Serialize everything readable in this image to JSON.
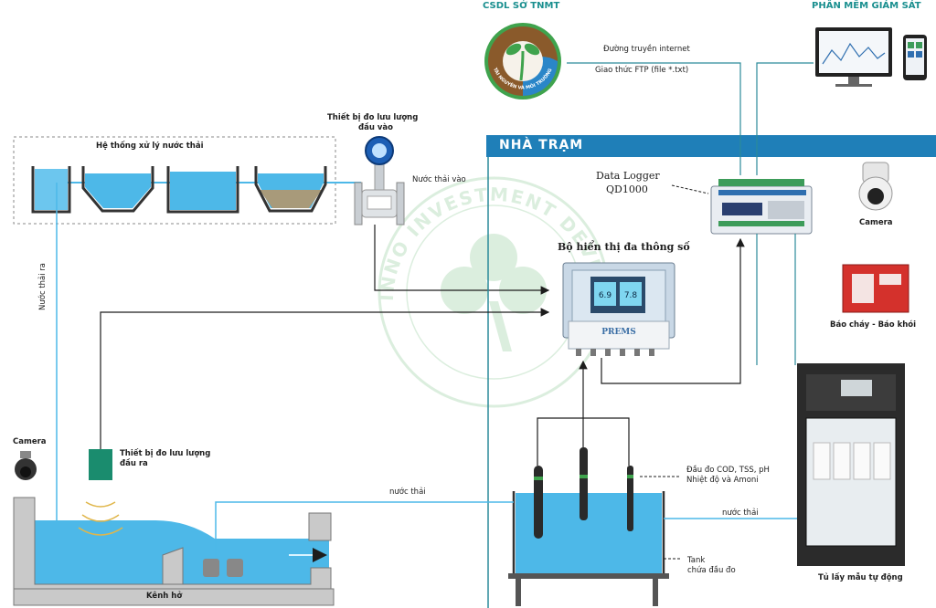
{
  "header": {
    "db_title": "CSDL SỞ TNMT",
    "monitor_title": "PHẦN MỀM GIÁM SÁT",
    "transfer_line1": "Đường truyền internet",
    "transfer_line2": "Giao thức FTP (file *.txt)",
    "logo_ring_text": "TÀI NGUYÊN VÀ MÔI TRƯỜNG"
  },
  "station": {
    "title": "NHÀ TRẠM",
    "logger_line1": "Data Logger",
    "logger_line2": "QD1000",
    "display_label": "Bộ hiển thị đa thông số",
    "display_brand": "PREMS",
    "probe_label_line1": "Đầu đo COD, TSS, pH",
    "probe_label_line2": "Nhiệt độ và Amoni",
    "tank_label_line1": "Tank",
    "tank_label_line2": "chứa đầu đo",
    "sampler_label": "Tủ lấy mẫu tự động",
    "camera_label": "Camera",
    "alarm_label": "Báo cháy - Báo khói",
    "wastewater_to_sampler": "nước thải",
    "screen_left": "6.9",
    "screen_right": "7.8"
  },
  "plant": {
    "treatment_title": "Hệ thống xử lý nước thải",
    "inlet_meter_line1": "Thiết bị đo lưu lượng",
    "inlet_meter_line2": "đầu vào",
    "inflow_label": "Nước thải vào",
    "outflow_label": "Nước thải ra",
    "outlet_meter_line1": "Thiết bị đo lưu lượng",
    "outlet_meter_line2": "đầu ra",
    "camera_label": "Camera",
    "pipe_label": "nước thải",
    "channel_label": "Kênh hở"
  },
  "watermark": {
    "text": "INNO INVESTMENT DEVELOPMENT CO.,LTD"
  },
  "colors": {
    "teal_line": "#2b8a9a",
    "water": "#4db8e8",
    "station_bar": "#1f7fb8",
    "sludge": "#a89a7a",
    "logo_brown": "#8a5a2b",
    "logo_green": "#3fa34d"
  }
}
